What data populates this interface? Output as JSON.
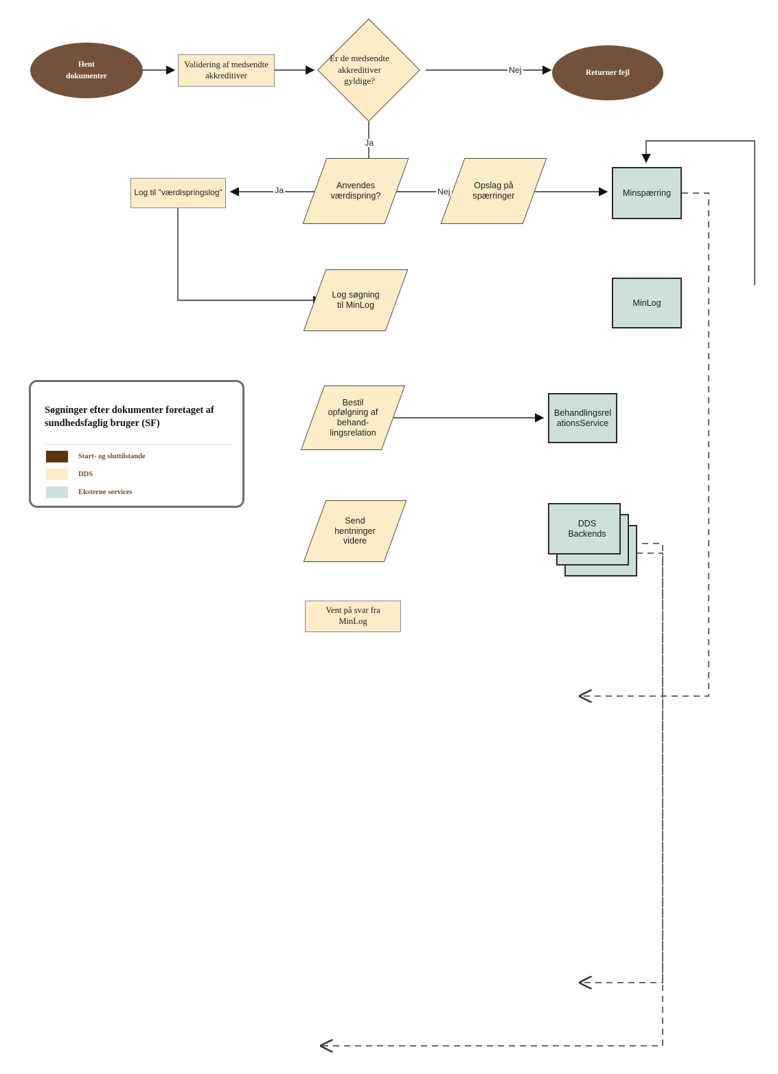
{
  "diagram": {
    "title": "Søgninger efter dokumenter foretaget af sundhedsfaglig bruger (SF)",
    "colors": {
      "terminator": "#73513a",
      "dds": "#fdecc8",
      "external": "#cde0dc",
      "edge": "#5e5e5e",
      "legend_text": "#7a4a22"
    },
    "nodes": {
      "hent_dokumenter": "Hent\ndokumenter",
      "validering": "Validering af medsendte\nakkreditiver",
      "er_gyldige": "Er de medsendte\nakkreditiver\ngyldige?",
      "returner_fejl": "Returner fejl",
      "log_vaerdispringslog": "Log til \"værdispringslog\"",
      "anvendes_vaerdispring": "Anvendes\nværdispring?",
      "opslag_spaerringer": "Opslag på\nspærringer",
      "minspaerring": "Minspærring",
      "log_soegning_minlog": "Log søgning\ntil MinLog",
      "minlog": "MinLog",
      "bestil_opfoelgning": "Bestil\nopfølgning af\nbehand-\nlingsrelation",
      "behandlingsrelationsservice": "Behandlingsrel\nationsService",
      "send_hentninger": "Send\nhentninger\nvidere",
      "dds_backends": "DDS\nBackends",
      "vent_paa_svar": "Vent på svar fra\nMinLog"
    },
    "edge_labels": {
      "nej_gyldige": "Nej",
      "ja_gyldige": "Ja",
      "ja_vaerdispring": "Ja",
      "nej_vaerdispring": "Nej"
    }
  },
  "legend": {
    "title": "Søgninger efter dokumenter foretaget af sundhedsfaglig bruger (SF)",
    "items": [
      {
        "label": "Start- og sluttilstande",
        "color": "#5c350f"
      },
      {
        "label": "DDS",
        "color": "#fdecc8"
      },
      {
        "label": "Eksterne services",
        "color": "#cde0dc"
      }
    ]
  }
}
